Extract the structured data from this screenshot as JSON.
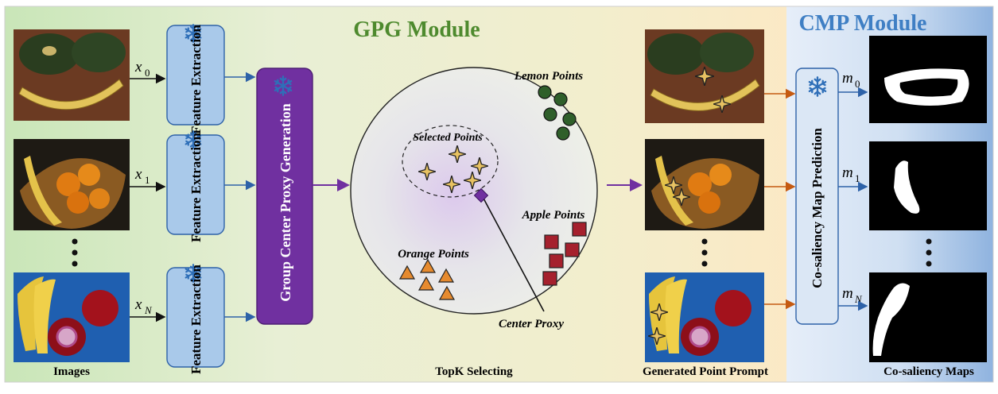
{
  "gpg_title": "GPG Module",
  "cmp_title": "CMP Module",
  "inputs": [
    {
      "label": "x",
      "sub": "0"
    },
    {
      "label": "x",
      "sub": "1"
    },
    {
      "label": "x",
      "sub": "N"
    }
  ],
  "ellipsis": "•\n•\n•",
  "feature_extraction": "Feature Extraction",
  "group_center_proxy": "Group Center Proxy Generation",
  "circle_labels": {
    "lemon": "Lemon Points",
    "selected": "Selected Points",
    "apple": "Apple Points",
    "orange": "Orange Points",
    "center": "Center Proxy"
  },
  "co_saliency_prediction": "Co-saliency Map Prediction",
  "outputs": [
    {
      "label": "m",
      "sub": "0"
    },
    {
      "label": "m",
      "sub": "1"
    },
    {
      "label": "m",
      "sub": "N"
    }
  ],
  "bottom_labels": {
    "images": "Images",
    "topk": "TopK Selecting",
    "generated": "Generated Point Prompt",
    "maps": "Co-saliency Maps"
  },
  "icons": {
    "frozen": "snowflake-icon"
  },
  "colors": {
    "gpg_title": "#4e8a2e",
    "cmp_title": "#3f7fc4",
    "feature_box": "#a9c9ea",
    "proxy_box": "#7030a0",
    "prompt_box": "#dbe7f5",
    "arrow_blue": "#2e62a8",
    "arrow_purple": "#7030a0",
    "arrow_orange": "#c55a11",
    "lemon": "#2f5f2a",
    "apple": "#a5202d",
    "orange": "#e68a2e",
    "star": "#e8c262",
    "center_proxy": "#7030a0"
  }
}
